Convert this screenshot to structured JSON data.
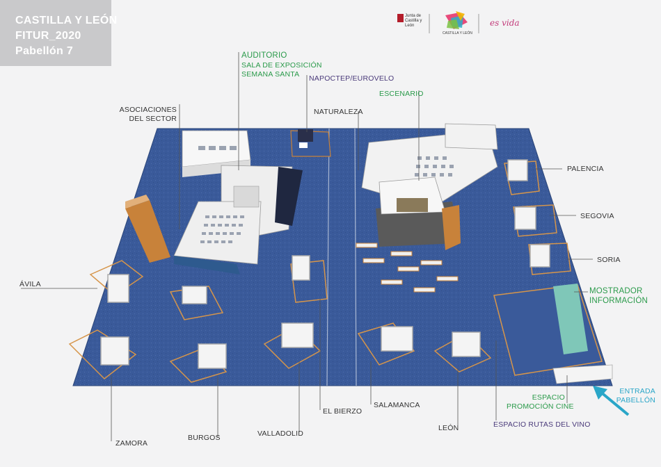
{
  "header": {
    "line1": "CASTILLA Y LEÓN",
    "line2": "FITUR_2020",
    "line3": "Pabellón 7"
  },
  "logos": {
    "junta": "Junta de Castilla y León",
    "castilla": "CASTILLA Y LEÓN",
    "esvida": "es vida"
  },
  "labels": {
    "auditorio": [
      "AUDITORIO",
      "SALA DE EXPOSICIÓN",
      "SEMANA SANTA"
    ],
    "asociaciones": [
      "ASOCIACIONES",
      "DEL SECTOR"
    ],
    "napoctep": "NAPOCTEP/EUROVELO",
    "naturaleza": "NATURALEZA",
    "escenario": "ESCENARIO",
    "palencia": "PALENCIA",
    "segovia": "SEGOVIA",
    "soria": "SORIA",
    "mostrador": [
      "MOSTRADOR",
      "INFORMACIÓN"
    ],
    "avila": "ÁVILA",
    "entrada": [
      "ENTRADA",
      "PABELLÓN"
    ],
    "espacio_cine": [
      "ESPACIO",
      "PROMOCIÓN CINE"
    ],
    "rutas_vino": "ESPACIO RUTAS DEL VINO",
    "salamanca": "SALAMANCA",
    "leon": "LEÓN",
    "el_bierzo": "EL BIERZO",
    "valladolid": "VALLADOLID",
    "burgos": "BURGOS",
    "zamora": "ZAMORA"
  },
  "colors": {
    "floor": "#3a5a9a",
    "wall": "#f4f4f4",
    "wood": "#c8823a",
    "accent_green": "#2a9a4a",
    "accent_cyan": "#2aa6c8"
  }
}
